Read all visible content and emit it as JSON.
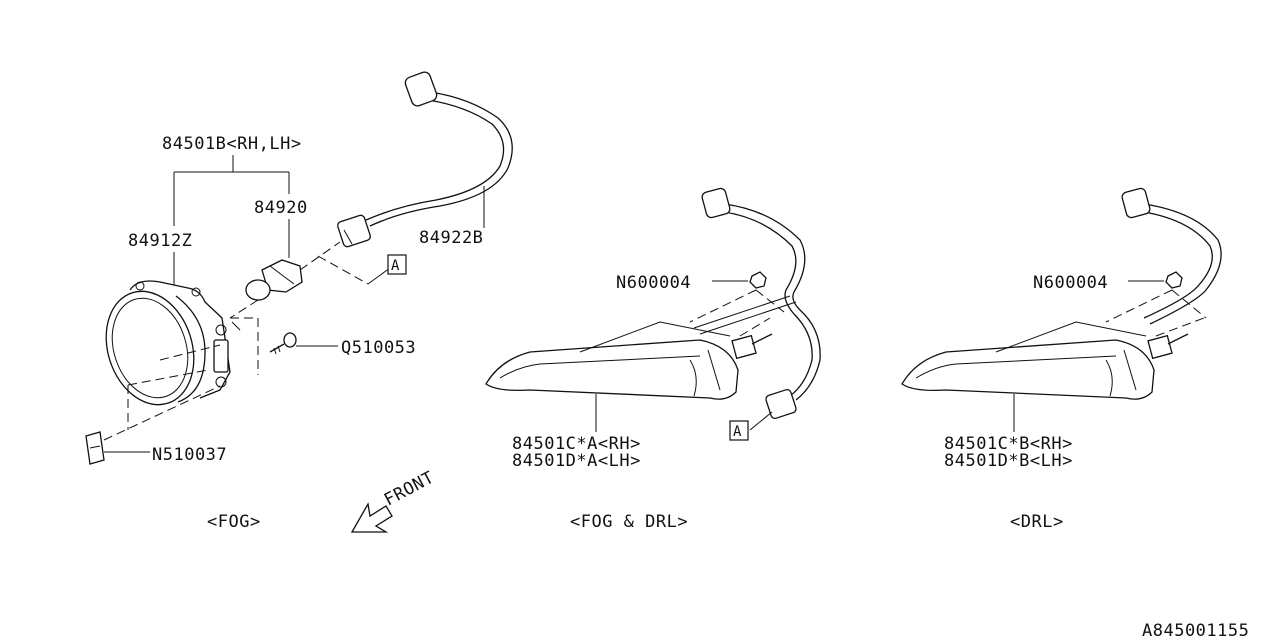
{
  "fog_group": {
    "heading": "<FOG>",
    "assembly_label": "84501B<RH,LH>",
    "housing_label": "84912Z",
    "bulb_label": "84920",
    "harness_label": "84922B",
    "screw_label": "Q510053",
    "clip_label": "N510037",
    "connector_ref": "A"
  },
  "fog_drl_group": {
    "heading": "<FOG & DRL>",
    "nut_label": "N600004",
    "part_rh": "84501C*A<RH>",
    "part_lh": "84501D*A<LH>",
    "connector_ref": "A"
  },
  "drl_group": {
    "heading": "<DRL>",
    "nut_label": "N600004",
    "part_rh": "84501C*B<RH>",
    "part_lh": "84501D*B<LH>"
  },
  "front_indicator": "FRONT",
  "diagram_code": "A845001155"
}
